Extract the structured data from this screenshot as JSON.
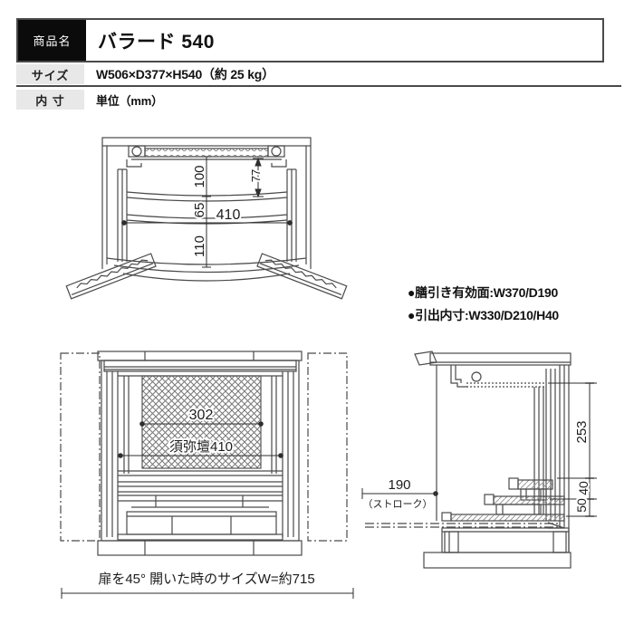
{
  "header": {
    "product_label": "商品名",
    "product_name": "バラード 540",
    "size_label": "サイズ",
    "size_value": "W506×D377×H540（約 25 kg）",
    "inner_label": "内 寸",
    "inner_value": "単位（mm）"
  },
  "notes": {
    "items": [
      {
        "text": "●膳引き有効面:W370/D190"
      },
      {
        "text": "●引出内寸:W330/D210/H40"
      }
    ]
  },
  "top_view": {
    "dims": {
      "v100": "100",
      "v77": "77",
      "v65": "65",
      "v410": "410",
      "v110": "110"
    }
  },
  "front_view": {
    "dims": {
      "v302": "302",
      "sumidan": "須弥壇410"
    },
    "caption": "扉を45° 開いた時のサイズW=約715"
  },
  "side_view": {
    "dims": {
      "v253": "253",
      "v40": "40",
      "v50": "50",
      "v190": "190",
      "stroke": "（ストローク）"
    }
  },
  "colors": {
    "line": "#4a4a4a",
    "label_bg": "#e8e8e8",
    "black_bg": "#0b0b0b"
  }
}
